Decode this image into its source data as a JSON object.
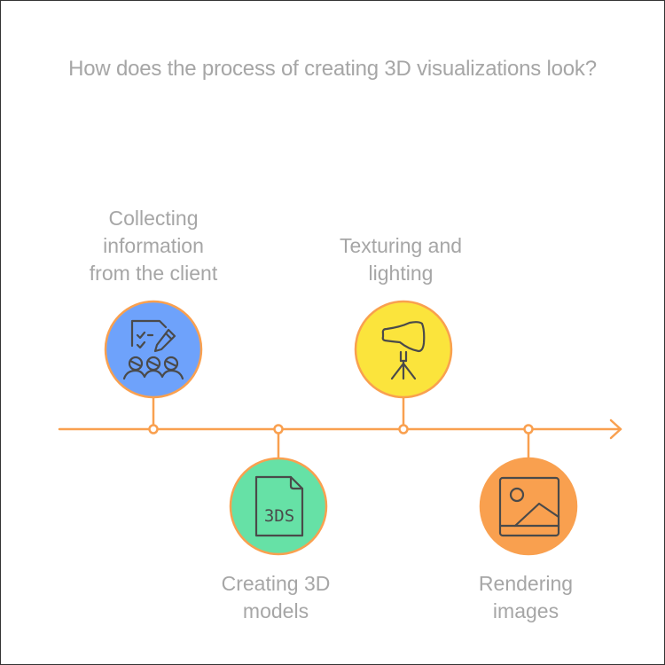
{
  "title": "How does the process of creating 3D visualizations look?",
  "colors": {
    "timeline": "#f9a04f",
    "text": "#a6a6a6",
    "icon_stroke": "#4a4a4a",
    "border": "#333333"
  },
  "steps": [
    {
      "label_line1": "Collecting",
      "label_line2": "information",
      "label_line3": "from the client",
      "icon": "checklist-people-icon",
      "fill": "#6ea2fb",
      "position": "above"
    },
    {
      "label_line1": "Creating 3D",
      "label_line2": "models",
      "icon": "3ds-file-icon",
      "fill": "#66e1a6",
      "position": "below"
    },
    {
      "label_line1": "Texturing and",
      "label_line2": "lighting",
      "icon": "studio-light-icon",
      "fill": "#fbe43c",
      "position": "above"
    },
    {
      "label_line1": "Rendering",
      "label_line2": "images",
      "icon": "image-icon",
      "fill": "#f9a04f",
      "position": "below"
    }
  ],
  "icon_text": {
    "file_type": "3DS"
  }
}
